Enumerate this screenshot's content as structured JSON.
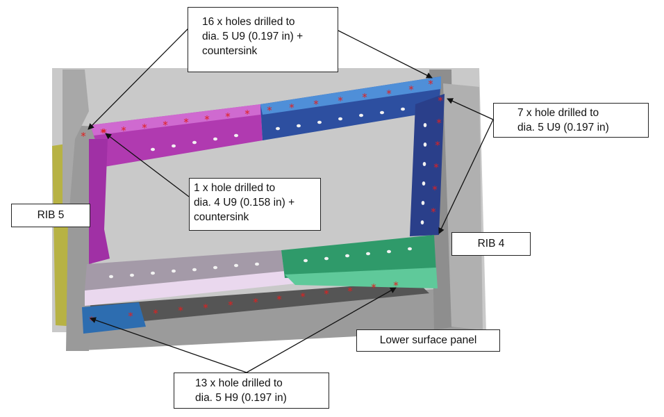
{
  "callouts": {
    "top": {
      "lines": [
        "16 x holes drilled to",
        "dia. 5 U9 (0.197 in) +",
        "countersink"
      ]
    },
    "right": {
      "lines": [
        "7 x hole drilled to",
        "dia. 5 U9 (0.197 in)"
      ]
    },
    "center": {
      "lines": [
        "1 x hole drilled to",
        "dia. 4 U9 (0.158 in) +",
        "countersink"
      ]
    },
    "bottom": {
      "lines": [
        "13 x hole drilled to",
        "dia. 5 H9 (0.197 in)"
      ]
    }
  },
  "labels": {
    "rib5": "RIB 5",
    "rib4": "RIB 4",
    "lower_panel": "Lower surface panel"
  },
  "colors": {
    "magenta": "#b03ab0",
    "blue_light": "#3f7fd0",
    "blue_dark": "#2a3f8a",
    "green": "#2f9a6a",
    "gray": "#8a8a8a",
    "mark": "#e02020"
  }
}
